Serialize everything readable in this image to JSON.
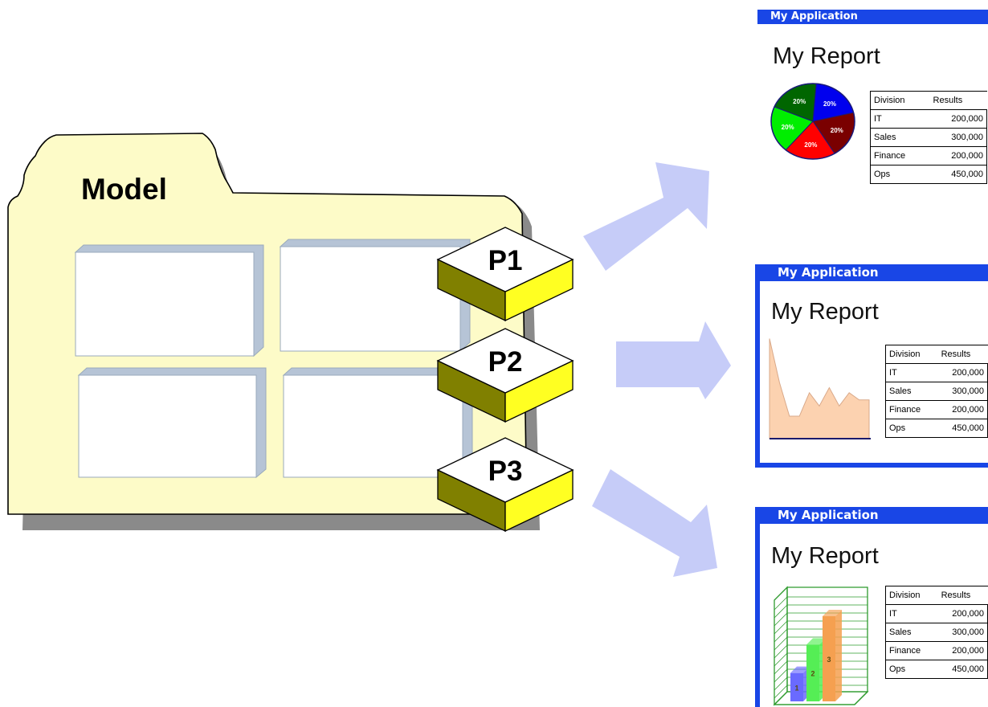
{
  "model": {
    "label": "Model",
    "publications": [
      "P1",
      "P2",
      "P3"
    ]
  },
  "windows": [
    {
      "app_title": "My Application",
      "report_title": "My Report",
      "chart_kind": "pie",
      "columns": [
        "Division",
        "Results"
      ],
      "rows": [
        [
          "IT",
          "200,000"
        ],
        [
          "Sales",
          "300,000"
        ],
        [
          "Finance",
          "200,000"
        ],
        [
          "Ops",
          "450,000"
        ]
      ]
    },
    {
      "app_title": "My Application",
      "report_title": "My Report",
      "chart_kind": "area",
      "columns": [
        "Division",
        "Results"
      ],
      "rows": [
        [
          "IT",
          "200,000"
        ],
        [
          "Sales",
          "300,000"
        ],
        [
          "Finance",
          "200,000"
        ],
        [
          "Ops",
          "450,000"
        ]
      ]
    },
    {
      "app_title": "My Application",
      "report_title": "My Report",
      "chart_kind": "3d-bar",
      "columns": [
        "Division",
        "Results"
      ],
      "rows": [
        [
          "IT",
          "200,000"
        ],
        [
          "Sales",
          "300,000"
        ],
        [
          "Finance",
          "200,000"
        ],
        [
          "Ops",
          "450,000"
        ]
      ]
    }
  ],
  "thumbnails": {
    "pie_slices": [
      {
        "label": "20%",
        "value": 20,
        "color": "#0000ee"
      },
      {
        "label": "20%",
        "value": 20,
        "color": "#7a0000"
      },
      {
        "label": "20%",
        "value": 20,
        "color": "#ff0000"
      },
      {
        "label": "20%",
        "value": 20,
        "color": "#00ee00"
      },
      {
        "label": "20%",
        "value": 20,
        "color": "#006600"
      }
    ],
    "bars": [
      {
        "label": "1",
        "value": 1,
        "color": "#6a6aff"
      },
      {
        "label": "2",
        "value": 2,
        "color": "#55ee55"
      },
      {
        "label": "3",
        "value": 3,
        "color": "#f5a050"
      }
    ]
  },
  "colors": {
    "folder": "#fdfbc8",
    "arrow": "#c6ccf8",
    "cube_top": "#ffffff",
    "cube_left": "#808000",
    "cube_right": "#ffff22",
    "window_bar": "#1946e6",
    "area_fill": "#fcd2b0"
  }
}
